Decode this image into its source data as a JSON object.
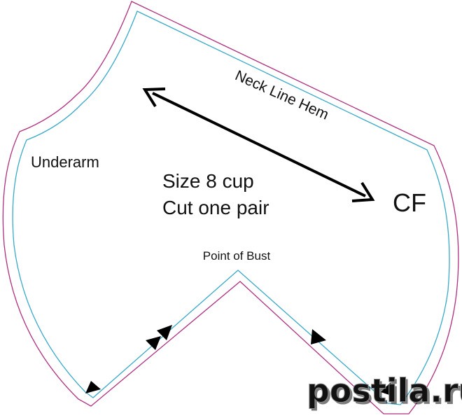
{
  "pattern": {
    "neckline_label": "Neck Line Hem",
    "underarm_label": "Underarm",
    "size_label": "Size 8 cup",
    "cut_label": "Cut one pair",
    "center_front_label": "CF",
    "bust_point_label": "Point of Bust"
  },
  "colors": {
    "cut_line": "#b0307f",
    "seam_line": "#3aa9c9",
    "notch": "#000000",
    "grain_arrow": "#000000",
    "watermark": "#ffffff"
  },
  "watermark": {
    "text": "postila.ru"
  }
}
